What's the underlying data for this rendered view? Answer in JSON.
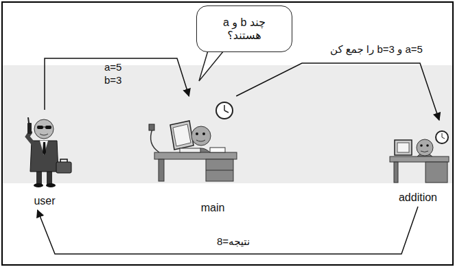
{
  "diagram": {
    "nodes": [
      {
        "text": [
          "a و b چند هستند؟"
        ]
      },
      {
        "text": [
          "user"
        ]
      },
      {
        "text": [
          "main"
        ]
      },
      {
        "text": [
          "addition"
        ]
      }
    ],
    "edges": [
      {
        "from": 1,
        "to": 2,
        "arrow": "to",
        "label": "a=5 b=3"
      },
      {
        "from": 2,
        "to": 3,
        "arrow": "to",
        "label": "a=5 و b=3 را جمع کن"
      },
      {
        "from": 3,
        "to": 1,
        "arrow": "to",
        "label": "نتیجه=8"
      }
    ]
  }
}
